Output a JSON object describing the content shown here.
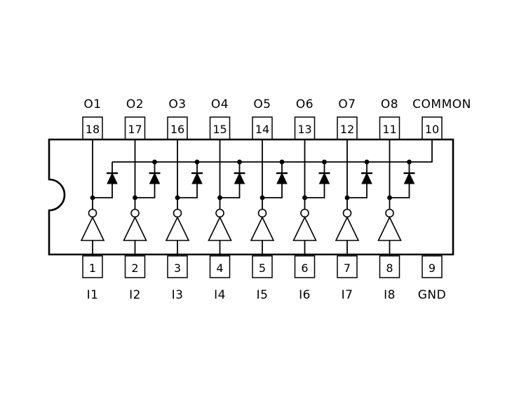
{
  "colors": {
    "stroke": "#000000",
    "background": "#ffffff"
  },
  "chip": {
    "top_pins": [
      {
        "label": "O1",
        "number": "18"
      },
      {
        "label": "O2",
        "number": "17"
      },
      {
        "label": "O3",
        "number": "16"
      },
      {
        "label": "O4",
        "number": "15"
      },
      {
        "label": "O5",
        "number": "14"
      },
      {
        "label": "O6",
        "number": "13"
      },
      {
        "label": "O7",
        "number": "12"
      },
      {
        "label": "O8",
        "number": "11"
      },
      {
        "label": "COMMON",
        "number": "10"
      }
    ],
    "bottom_pins": [
      {
        "label": "I1",
        "number": "1"
      },
      {
        "label": "I2",
        "number": "2"
      },
      {
        "label": "I3",
        "number": "3"
      },
      {
        "label": "I4",
        "number": "4"
      },
      {
        "label": "I5",
        "number": "5"
      },
      {
        "label": "I6",
        "number": "6"
      },
      {
        "label": "I7",
        "number": "7"
      },
      {
        "label": "I8",
        "number": "8"
      },
      {
        "label": "GND",
        "number": "9"
      }
    ],
    "channel_count": 8
  }
}
